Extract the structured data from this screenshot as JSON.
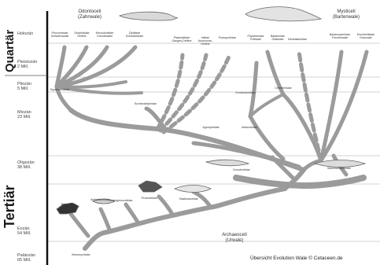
{
  "eras": [
    {
      "id": "quartaer",
      "label": "Quartär"
    },
    {
      "id": "tertiaer",
      "label": "Tertiär"
    }
  ],
  "epochs": [
    {
      "name": "Holozän",
      "age": ""
    },
    {
      "name": "Pleistozän",
      "age": "2 Mill."
    },
    {
      "name": "Pliozän",
      "age": "5 Mill."
    },
    {
      "name": "Miozän",
      "age": "23 Mill."
    },
    {
      "name": "Oligozän",
      "age": "38 Mill."
    },
    {
      "name": "Eozän",
      "age": "54 Mill."
    },
    {
      "name": "Paläozän",
      "age": "65 Mill."
    }
  ],
  "groups": {
    "odontoceti": {
      "name": "Odontoceti",
      "subtitle": "(Zahnwale)"
    },
    "mysticeti": {
      "name": "Mysticeti",
      "subtitle": "(Bartenwale)"
    },
    "archaeoceti": {
      "name": "Archaeoceti",
      "subtitle": "(Urwale)"
    }
  },
  "taxa": [
    {
      "id": "phocoenidae",
      "label": "Phocoenidae Schweinswale"
    },
    {
      "id": "delphinidae",
      "label": "Delphinidae Delfine"
    },
    {
      "id": "monodontidae",
      "label": "Monodontidae Gründelwale"
    },
    {
      "id": "ziphiidae",
      "label": "Ziphiidae Schnabelwale"
    },
    {
      "id": "platanistidae",
      "label": "Platanistidae Ganges-Delfine"
    },
    {
      "id": "iniidae",
      "label": "Iniidae Amazonas-Delfine"
    },
    {
      "id": "physeteridae",
      "label": "Physeteridae Pottwale"
    },
    {
      "id": "balaenidae",
      "label": "Balaenidae Glattwale"
    },
    {
      "id": "balaenopteridae",
      "label": "Balaenopteridae Furchenwale"
    },
    {
      "id": "eschrichtiidae",
      "label": "Eschrichtiidae Grauwale"
    },
    {
      "id": "neobalaenidae",
      "label": "Neobalaenidae"
    },
    {
      "id": "kentriodontidae",
      "label": "Kentriodontidae"
    },
    {
      "id": "pontoporiidae",
      "label": "Pontoporiidae"
    },
    {
      "id": "squalodontidae",
      "label": "Squalodontidae"
    },
    {
      "id": "eurhinodelphidae",
      "label": "Eurhinodelphidae"
    },
    {
      "id": "cetotheriidae",
      "label": "Cetotheriidae"
    },
    {
      "id": "agorophiidae",
      "label": "Agorophiidae"
    },
    {
      "id": "aetiocetidae",
      "label": "Aetiocetidae"
    },
    {
      "id": "mammalodontidae",
      "label": "Mammalodontidae"
    },
    {
      "id": "dorudontidae",
      "label": "Dorudontidae"
    },
    {
      "id": "basilosauridae",
      "label": "Basilosauridae"
    },
    {
      "id": "protocetidae",
      "label": "Protocetidae"
    },
    {
      "id": "remingtonocetidae",
      "label": "Remingtonocetidae"
    },
    {
      "id": "ambulocetidae",
      "label": "Ambulocetidae"
    },
    {
      "id": "pakicetidae",
      "label": "Pakicetidae"
    },
    {
      "id": "mesonychidae",
      "label": "Mesonychidae"
    }
  ],
  "credit": "Übersicht Evolution Wale © Cetaceen.de",
  "colors": {
    "branch": "#9a9a9a",
    "axis": "#111111",
    "gridline": "#bdbdbd"
  }
}
